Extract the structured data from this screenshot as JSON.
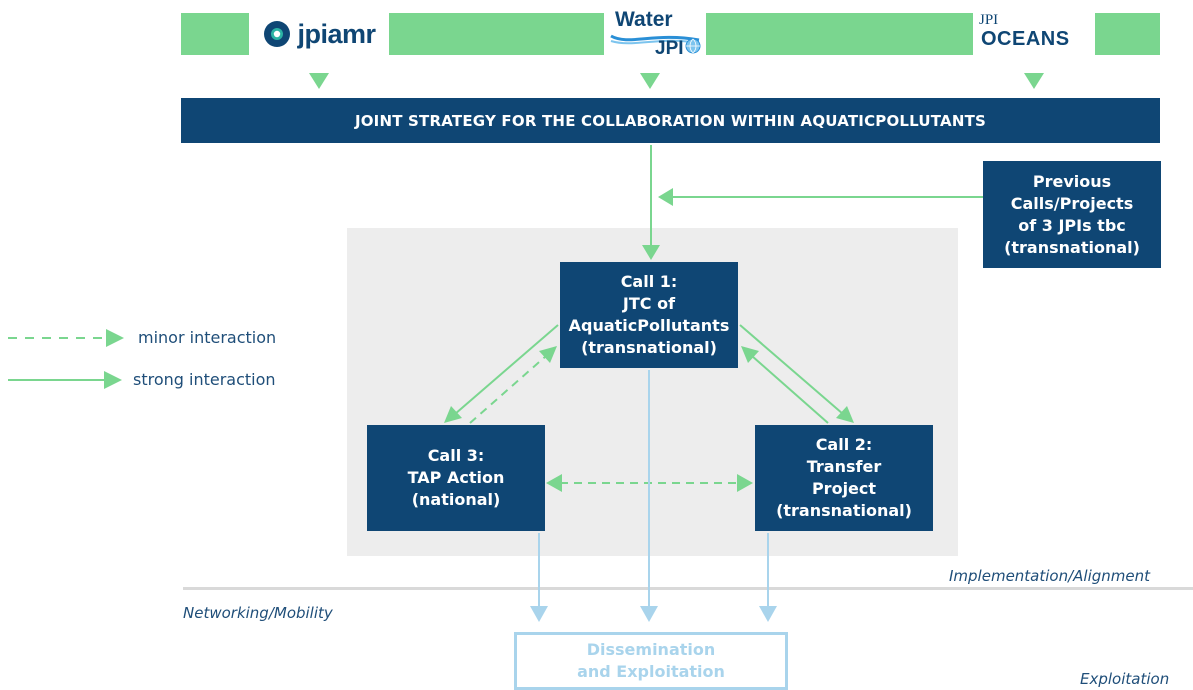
{
  "logos": {
    "jpiamr": "jpiamr",
    "water_top": "Water",
    "water_bottom": "JPI",
    "oceans_top": "JPI",
    "oceans_bottom": "OCEANS"
  },
  "banner": "JOINT STRATEGY FOR THE COLLABORATION WITHIN AQUATICPOLLUTANTS",
  "previous": "Previous\nCalls/Projects\nof 3 JPIs tbc\n(transnational)",
  "call1": "Call 1:\nJTC of\nAquaticPollutants\n(transnational)",
  "call2": "Call 2:\nTransfer\nProject\n(transnational)",
  "call3": "Call 3:\nTAP Action\n(national)",
  "legend": {
    "minor": "minor interaction",
    "strong": "strong interaction"
  },
  "levels": {
    "implementation": "Implementation/Alignment",
    "networking": "Networking/Mobility",
    "exploitation": "Exploitation"
  },
  "dissemination": "Dissemination\nand Exploitation",
  "colors": {
    "green": "#7ad68f",
    "navy": "#0f4674",
    "light_blue": "#a9d4ec",
    "panel_gray": "#ededed"
  }
}
